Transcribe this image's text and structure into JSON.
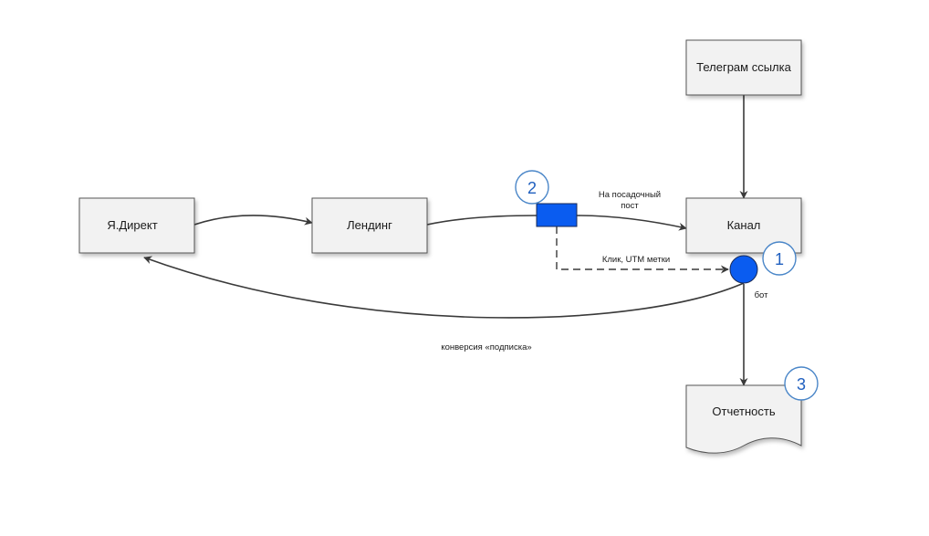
{
  "nodes": {
    "telegram": "Телеграм ссылка",
    "direct": "Я.Директ",
    "landing": "Лендинг",
    "channel": "Канал",
    "report": "Отчетность"
  },
  "edge_labels": {
    "to_post_line1": "На посадочный",
    "to_post_line2": "пост",
    "click_utm": "Клик, UTM метки",
    "bot": "бот",
    "conversion": "конверсия «подписка»"
  },
  "badges": {
    "one": "1",
    "two": "2",
    "three": "3"
  },
  "colors": {
    "accent_blue": "#0a5cf0",
    "badge_blue": "#1f5fbf",
    "box_fill": "#f2f2f2"
  }
}
